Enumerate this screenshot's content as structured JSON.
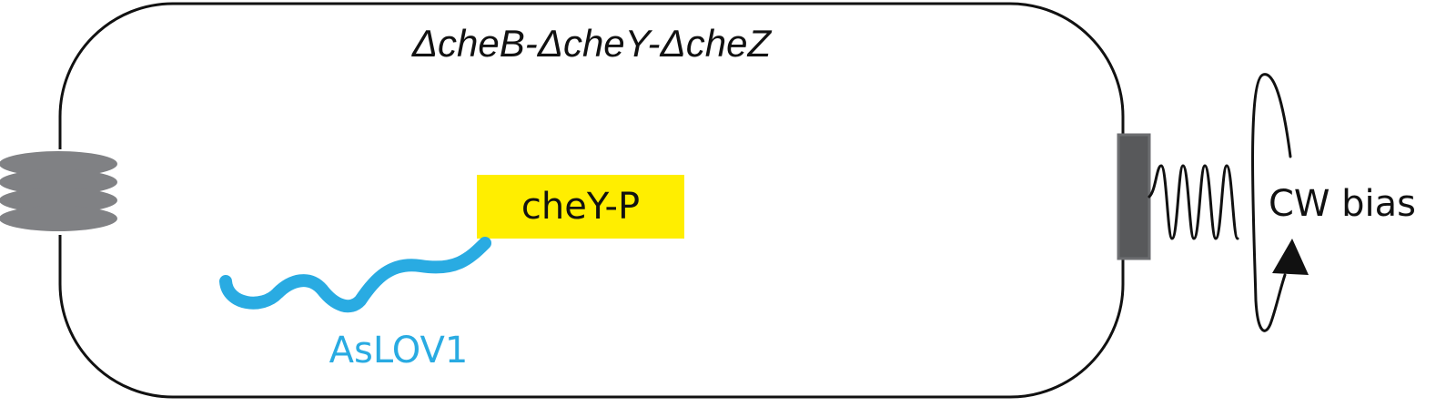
{
  "diagram": {
    "title": "ΔcheB-ΔcheY-ΔcheZ",
    "fusion_protein": {
      "domain_label": "AsLOV1",
      "effector_label": "cheY-P"
    },
    "flagellum": {
      "rotation_label": "CW bias"
    }
  },
  "colors": {
    "cell_outline": "#111111",
    "aslov_blue": "#29abe2",
    "chey_yellow": "#ffee00",
    "motor_gray": "#58595b",
    "receptor_gray": "#808184"
  }
}
